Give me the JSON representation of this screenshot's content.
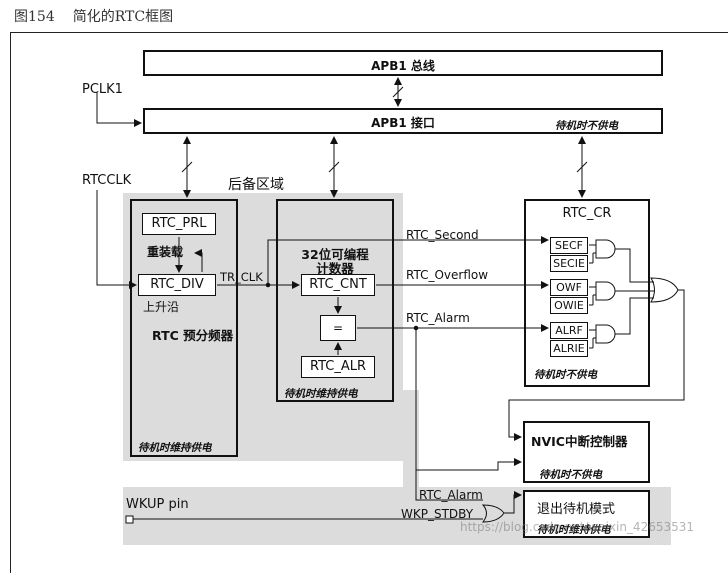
{
  "header": {
    "figure_label": "图154",
    "title": "简化的RTC框图"
  },
  "apb1_bus": "APB1 总线",
  "apb1_interface": "APB1 接口",
  "standby_unpowered": "待机时不供电",
  "standby_powered": "待机时维持供电",
  "pclk1": "PCLK1",
  "rtcclk": "RTCCLK",
  "backup_domain": "后备区域",
  "prescaler": {
    "prl": "RTC_PRL",
    "reload": "重装载",
    "div": "RTC_DIV",
    "edge": "上升沿",
    "name": "RTC 预分频器"
  },
  "tr_clk": "TR_CLK",
  "counter": {
    "title_line1": "32位可编程",
    "title_line2": "计数器",
    "cnt": "RTC_CNT",
    "eq": "=",
    "alr": "RTC_ALR"
  },
  "signals": {
    "second": "RTC_Second",
    "overflow": "RTC_Overflow",
    "alarm": "RTC_Alarm",
    "alarm2": "RTC_Alarm",
    "wkp_stdby": "WKP_STDBY",
    "wkup_pin": "WKUP pin"
  },
  "cr": {
    "title": "RTC_CR",
    "flags": [
      "SECF",
      "SECIE",
      "OWF",
      "OWIE",
      "ALRF",
      "ALRIE"
    ]
  },
  "nvic": "NVIC中断控制器",
  "exit_standby": "退出待机模式",
  "watermark": "https://blog.csdn.net/weixin_42653531"
}
